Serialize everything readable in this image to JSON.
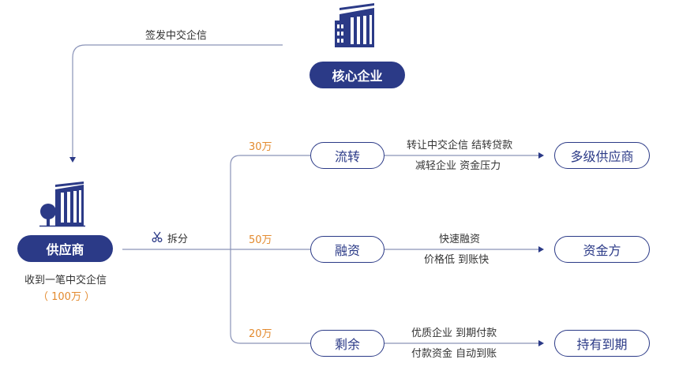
{
  "issue_label": "签发中交企信",
  "core_enterprise": "核心企业",
  "supplier": {
    "label": "供应商",
    "note_line1": "收到一笔中交企信",
    "note_line2": "（ 100万 ）"
  },
  "split_label": "拆分",
  "branches": [
    {
      "amount": "30万",
      "action": "流转",
      "desc1": "转让中交企信 结转贷款",
      "desc2": "减轻企业 资金压力",
      "target": "多级供应商"
    },
    {
      "amount": "50万",
      "action": "融资",
      "desc1": "快速融资",
      "desc2": "价格低 到账快",
      "target": "资金方"
    },
    {
      "amount": "20万",
      "action": "剩余",
      "desc1": "优质企业 到期付款",
      "desc2": "付款资金 自动到账",
      "target": "持有到期"
    }
  ],
  "colors": {
    "navy": "#2b3a87",
    "orange": "#e38a2e",
    "line": "#8a93b8"
  },
  "icons": [
    "building-icon",
    "building-with-tree-icon",
    "scissors-icon",
    "arrow-icon"
  ]
}
